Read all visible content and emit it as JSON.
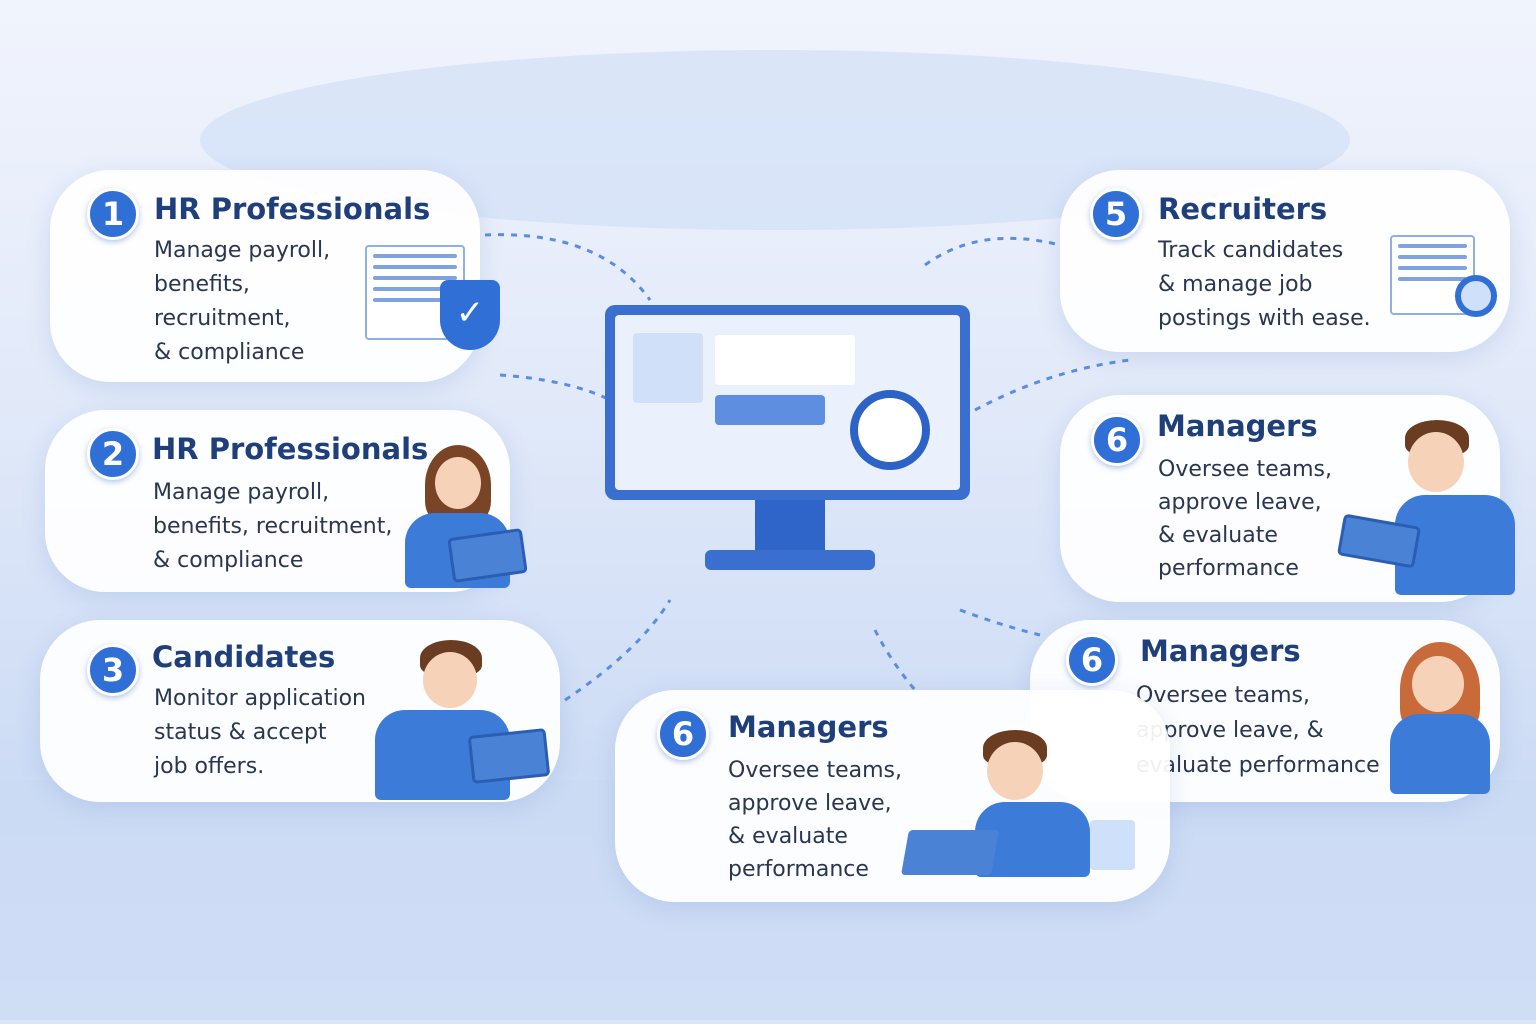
{
  "cards": [
    {
      "number": "1",
      "title": "HR Professionals",
      "description": "Manage payroll,\nbenefits,\nrecruitment,\n& compliance",
      "illustration": "checklist-shield-icon"
    },
    {
      "number": "2",
      "title": "HR Professionals",
      "description": "Manage payroll,\nbenefits, recruitment,\n& compliance",
      "illustration": "woman-with-tablet"
    },
    {
      "number": "3",
      "title": "Candidates",
      "description": "Monitor application\nstatus & accept\njob offers.",
      "illustration": "man-with-tablet"
    },
    {
      "number": "5",
      "title": "Recruiters",
      "description": "Track candidates\n& manage job\npostings with ease.",
      "illustration": "resume-magnifier-icon"
    },
    {
      "number": "6",
      "title": "Managers",
      "description": "Oversee teams,\napprove leave,\n& evaluate\nperformance",
      "illustration": "man-with-tablet"
    },
    {
      "number": "6",
      "title": "Managers",
      "description": "Oversee teams,\napprove leave, &\nevaluate performance",
      "illustration": "woman-with-phone"
    },
    {
      "number": "6",
      "title": "Managers",
      "description": "Oversee teams,\napprove leave,\n& evaluate\nperformance",
      "illustration": "man-with-laptop"
    }
  ],
  "center": {
    "illustration": "monitor-dashboard-icon"
  },
  "colors": {
    "accent": "#2f6fd6",
    "title": "#1f3f7a",
    "background": "#e1e9f9"
  }
}
